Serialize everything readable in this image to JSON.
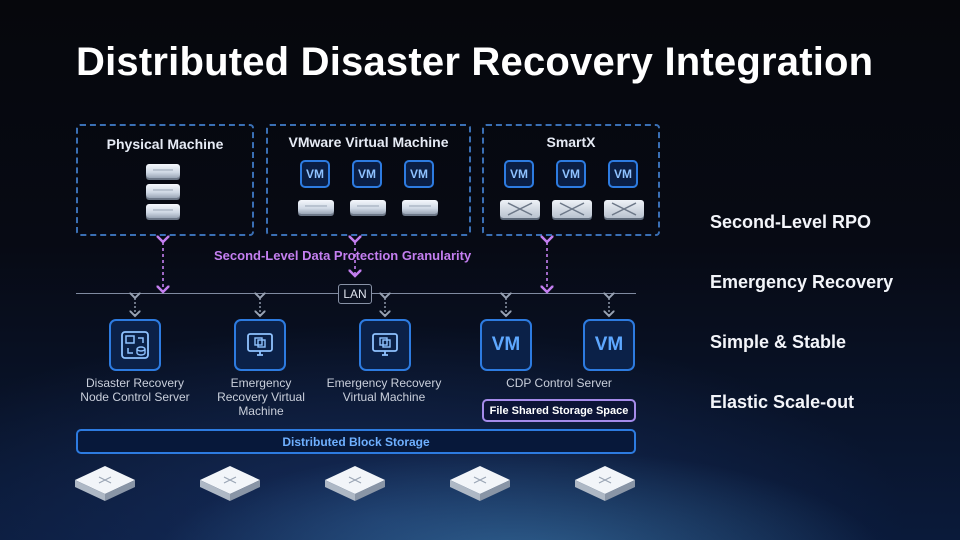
{
  "title": "Distributed Disaster Recovery Integration",
  "sources": {
    "physical": "Physical Machine",
    "vmware": "VMware Virtual Machine",
    "smartx": "SmartX",
    "vm_label": "VM"
  },
  "granularity": "Second-Level Data Protection Granularity",
  "lan": "LAN",
  "nodes": [
    {
      "label": "Disaster Recovery Node Control Server",
      "icon": "recovery-node-icon"
    },
    {
      "label": "Emergency Recovery Virtual Machine",
      "icon": "monitor-icon"
    },
    {
      "label": "Emergency Recovery Virtual Machine",
      "icon": "monitor-icon"
    },
    {
      "label": "CDP Control Server",
      "icon": "vm-chip"
    }
  ],
  "file_storage": "File Shared Storage Space",
  "distributed_storage": "Distributed Block Storage",
  "features": [
    "Second-Level RPO",
    "Emergency Recovery",
    "Simple & Stable",
    "Elastic Scale-out"
  ],
  "colors": {
    "accent_blue": "#2d7be0",
    "dashed_border": "#3a6fb4",
    "purple_arrow": "#c47ff0",
    "file_box_border": "#a58bea"
  }
}
